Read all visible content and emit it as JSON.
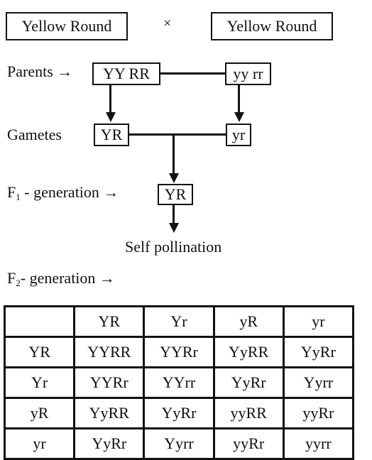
{
  "cross": {
    "left_parent": "Yellow Round",
    "symbol": "×",
    "right_parent": "Yellow Round"
  },
  "parents": {
    "label": "Parents →",
    "left_genotype": "YY RR",
    "right_genotype": "yy rr"
  },
  "gametes": {
    "label": "Gametes",
    "left": "YR",
    "right": "yr"
  },
  "f1": {
    "label_prefix": "F",
    "label_sub": "1",
    "label_suffix": " - generation →",
    "genotype": "YR",
    "note": "Self pollination"
  },
  "f2": {
    "label_prefix": "F",
    "label_sub": "2",
    "label_suffix": "- generation →"
  },
  "punnett": {
    "corner": "",
    "columns": [
      "YR",
      "Yr",
      "yR",
      "yr"
    ],
    "rows": [
      {
        "header": "YR",
        "cells": [
          "YYRR",
          "YYRr",
          "YyRR",
          "YyRr"
        ]
      },
      {
        "header": "Yr",
        "cells": [
          "YYRr",
          "YYrr",
          "YyRr",
          "Yyrr"
        ]
      },
      {
        "header": "yR",
        "cells": [
          "YyRR",
          "YyRr",
          "yyRR",
          "yyRr"
        ]
      },
      {
        "header": "yr",
        "cells": [
          "YyRr",
          "Yyrr",
          "yyRr",
          "yyrr"
        ]
      }
    ]
  }
}
